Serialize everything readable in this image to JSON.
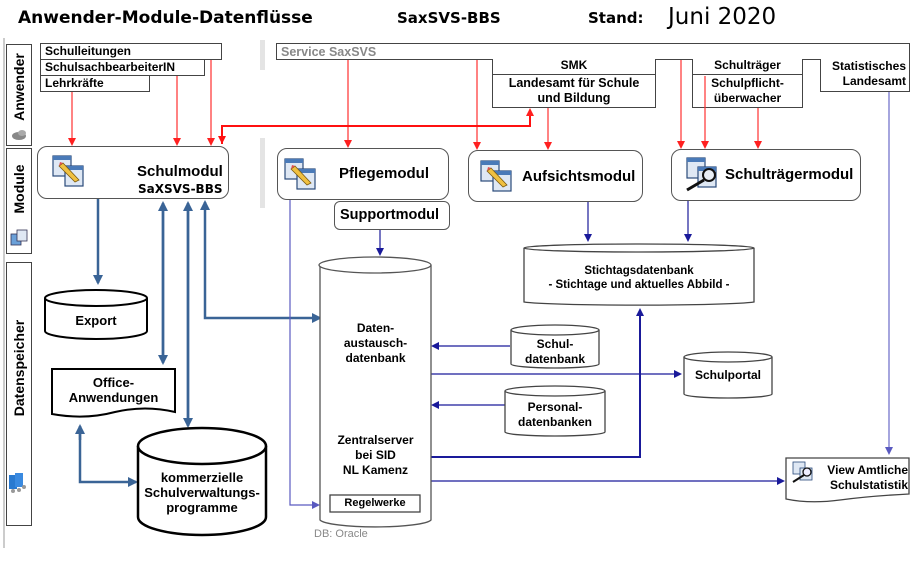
{
  "header": {
    "title": "Anwender-Module-Datenflüsse",
    "system": "SaxSVS-BBS",
    "stand_label": "Stand:",
    "stand_value": "Juni 2020"
  },
  "lanes": {
    "anwender": "Anwender",
    "module": "Module",
    "datenspeicher": "Datenspeicher"
  },
  "users": {
    "schulleitungen": "Schulleitungen",
    "schulsachbearbeiter": "SchulsachbearbeiterIN",
    "lehrkraefte": "Lehrkräfte",
    "service": "Service SaxSVS",
    "smk": "SMK",
    "lasub_line1": "Landesamt für Schule",
    "lasub_line2": "und Bildung",
    "schultraeger": "Schulträger",
    "schulpflicht_line1": "Schulpflicht-",
    "schulpflicht_line2": "überwacher",
    "statistik_line1": "Statistisches",
    "statistik_line2": "Landesamt"
  },
  "modules": {
    "schulmodul": "Schulmodul",
    "schulmodul_sub": "SaXSVS-BBS",
    "pflegemodul": "Pflegemodul",
    "supportmodul": "Supportmodul",
    "aufsichtsmodul": "Aufsichtsmodul",
    "schultraegermodul": "Schulträgermodul"
  },
  "stores": {
    "export": "Export",
    "office_line1": "Office-",
    "office_line2": "Anwendungen",
    "kommerziell_line1": "kommerzielle",
    "kommerziell_line2": "Schulverwaltungs-",
    "kommerziell_line3": "programme",
    "daten_line1": "Daten-",
    "daten_line2": "austausch-",
    "daten_line3": "datenbank",
    "zentral_line1": "Zentralserver",
    "zentral_line2": "bei SID",
    "zentral_line3": "NL Kamenz",
    "regelwerke": "Regelwerke",
    "db_note": "DB: Oracle",
    "stichtag_line1": "Stichtagsdatenbank",
    "stichtag_line2": "- Stichtage und aktuelles Abbild -",
    "schul_line1": "Schul-",
    "schul_line2": "datenbank",
    "personal_line1": "Personal-",
    "personal_line2": "datenbanken",
    "schulportal": "Schulportal",
    "view_line1": "View Amtliche",
    "view_line2": "Schulstatistik"
  },
  "colors": {
    "user_flow": "#ff2020",
    "module_flow_dark": "#3a6496",
    "data_flow": "#1a1a9a",
    "light_flow": "#6a6ac8"
  }
}
